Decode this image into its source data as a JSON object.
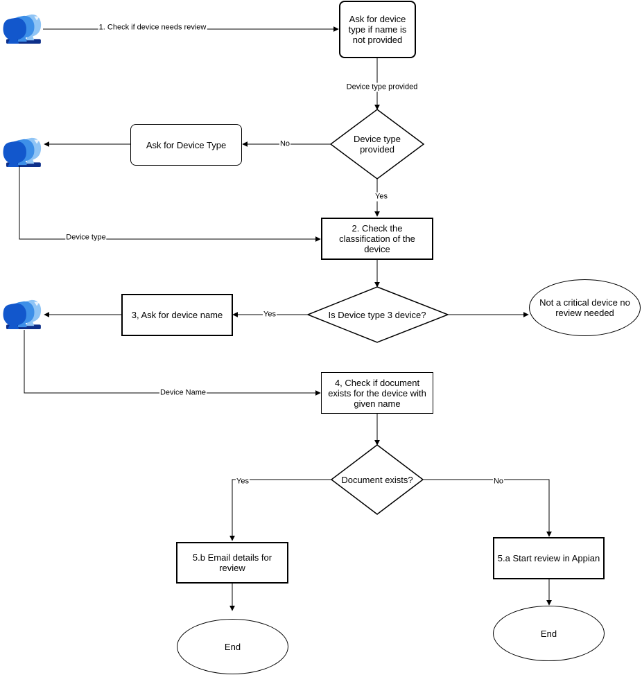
{
  "nodes": {
    "ask_device_type_if_name": "Ask for device type if name is not provided",
    "device_type_provided_decision": "Device type provided",
    "ask_for_device_type": "Ask for Device Type",
    "check_classification": "2. Check the classification of the device",
    "is_type3_decision": "Is Device type 3 device?",
    "not_critical": "Not a critical device no review needed",
    "ask_device_name": "3, Ask for device name",
    "check_document": "4, Check if document exists for the device with given name",
    "document_exists_decision": "Document exists?",
    "email_details": "5.b Email details for review",
    "start_review": "5.a Start review in Appian",
    "end_left": "End",
    "end_right": "End"
  },
  "edges": {
    "check_review": "1. Check if device needs review",
    "device_type_provided": "Device type provided",
    "no_1": "No",
    "yes_1": "Yes",
    "device_type": "Device type",
    "yes_2": "Yes",
    "device_name": "Device Name",
    "yes_3": "Yes",
    "no_3": "No"
  },
  "icons": {
    "actor": "users-group-icon",
    "actor_color": "#1e73d8"
  }
}
